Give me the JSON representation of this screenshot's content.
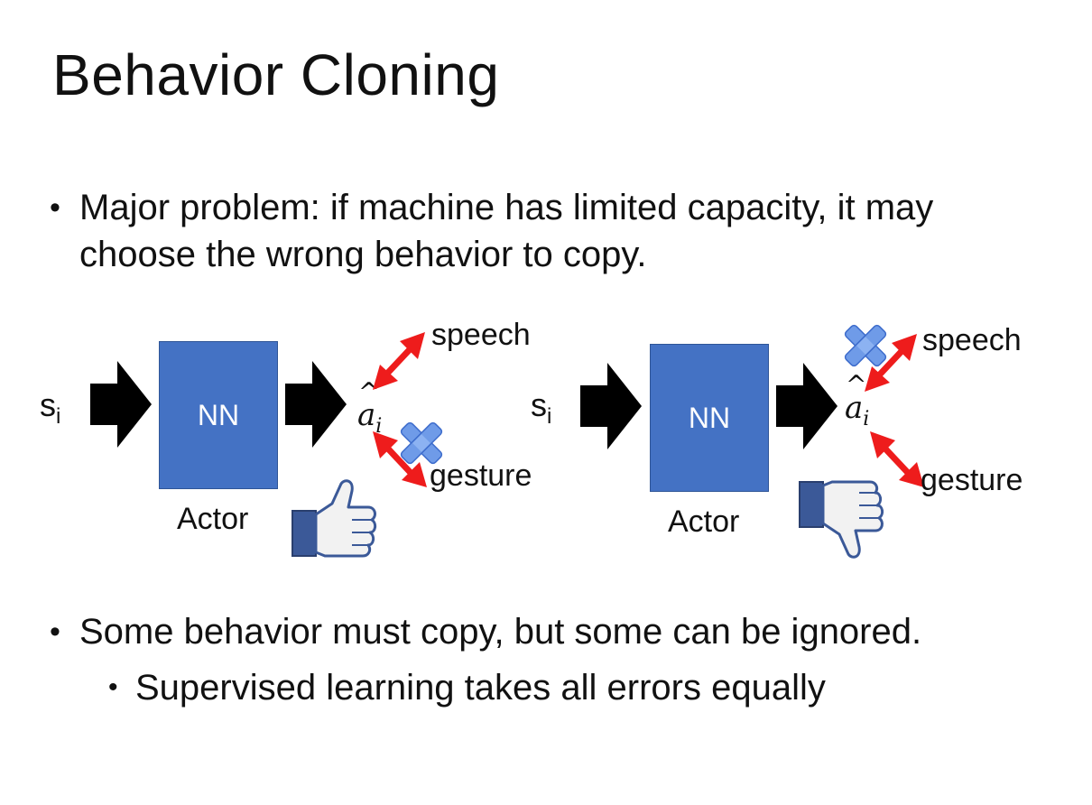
{
  "slide": {
    "title": "Behavior Cloning",
    "bullet_main": "Major problem: if machine has limited capacity, it may choose the wrong behavior to copy.",
    "bullet_second": "Some behavior must copy, but some can be ignored.",
    "sub_bullet": "Supervised learning takes all errors equally",
    "bullet_symbol": "•"
  },
  "diagram_left": {
    "input_label": "s",
    "input_sub": "i",
    "box_label": "NN",
    "caption": "Actor",
    "output_symbol": "a",
    "output_sub": "i",
    "output_hat": "^",
    "target_top": "speech",
    "target_bottom": "gesture",
    "crossed": "gesture",
    "feedback_icon": "thumbs-up-icon"
  },
  "diagram_right": {
    "input_label": "s",
    "input_sub": "i",
    "box_label": "NN",
    "caption": "Actor",
    "output_symbol": "a",
    "output_sub": "i",
    "output_hat": "^",
    "target_top": "speech",
    "target_bottom": "gesture",
    "crossed": "speech",
    "feedback_icon": "thumbs-down-icon"
  },
  "colors": {
    "nn_box": "#4472c4",
    "arrow_block": "#000000",
    "double_arrow": "#ee1c1c",
    "cross": "#6f9be8",
    "thumb_cuff": "#3b5998"
  }
}
